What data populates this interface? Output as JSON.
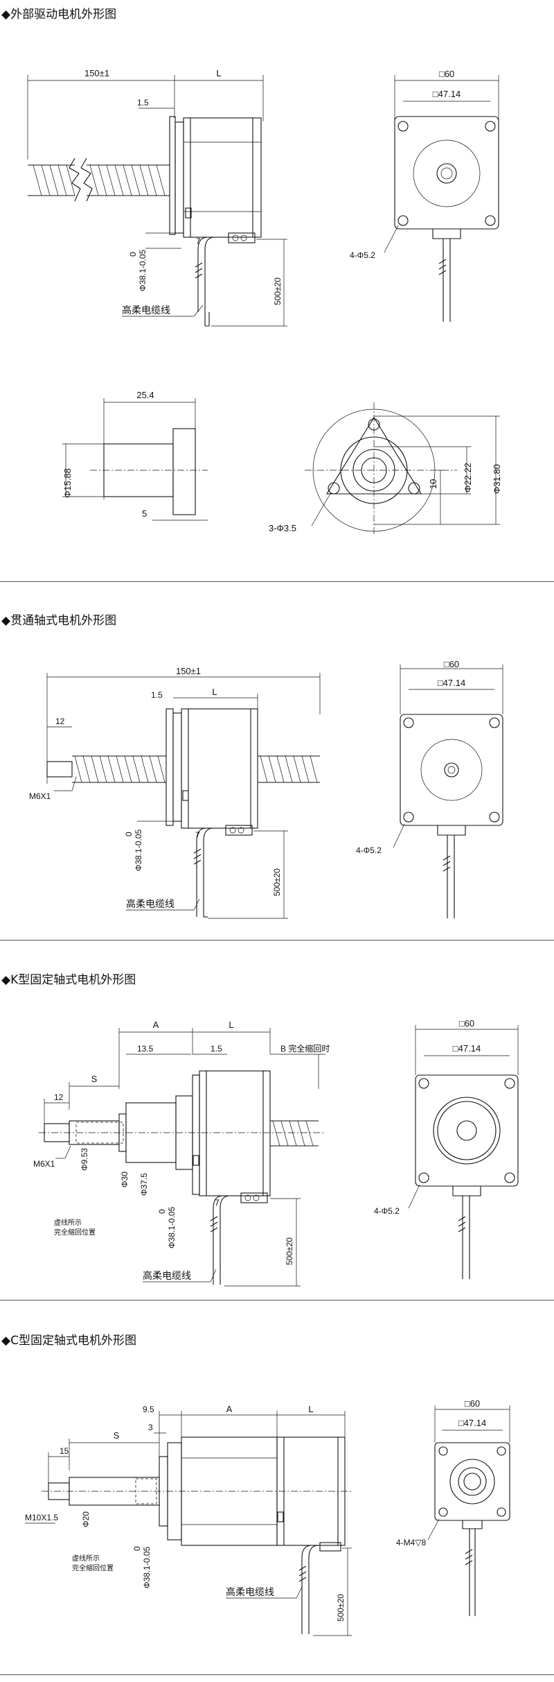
{
  "sections": [
    {
      "title": "◆外部驱动电机外形图",
      "labels": {
        "cable_len": "150±1",
        "body_len": "L",
        "flange_t": "1.5",
        "boss_dia": "Φ38.1-0.05",
        "boss_tol": "0",
        "offset": "7",
        "lead_len": "500±20",
        "cable": "高柔电缆线",
        "sq_outer": "□60",
        "sq_inner": "□47.14",
        "holes": "4-Φ5.2",
        "nut_len": "25.4",
        "nut_dia": "Φ15.88",
        "nut_flange": "5",
        "nut_pcd": "Φ22.22",
        "nut_od": "Φ31.80",
        "nut_h": "10",
        "nut_holes": "3-Φ3.5"
      }
    },
    {
      "title": "◆贯通轴式电机外形图",
      "labels": {
        "total_len": "150±1",
        "body_len": "L",
        "flange_t": "1.5",
        "tip_len": "12",
        "thread": "M6X1",
        "boss_dia": "Φ38.1-0.05",
        "boss_tol": "0",
        "offset": "7",
        "lead_len": "500±20",
        "cable": "高柔电缆线",
        "sq_outer": "□60",
        "sq_inner": "□47.14",
        "holes": "4-Φ5.2"
      }
    },
    {
      "title": "◆K型固定轴式电机外形图",
      "labels": {
        "a": "A",
        "body_len": "L",
        "ext": "13.5",
        "flange_t": "1.5",
        "retract": "B 完全缩回时",
        "s": "S",
        "tip_len": "12",
        "thread": "M6X1",
        "shaft_dia": "Φ9.53",
        "d30": "Φ30",
        "d375": "Φ37.5",
        "boss_dia": "Φ38.1-0.05",
        "boss_tol": "0",
        "offset": "7",
        "note1": "虚线所示",
        "note2": "完全缩回位置",
        "lead_len": "500±20",
        "cable": "高柔电缆线",
        "sq_outer": "□60",
        "sq_inner": "□47.14",
        "holes": "4-Φ5.2"
      }
    },
    {
      "title": "◆C型固定轴式电机外形图",
      "labels": {
        "d95": "9.5",
        "a": "A",
        "body_len": "L",
        "three": "3",
        "s": "S",
        "tip_len": "15",
        "thread": "M10X1.5",
        "shaft_dia": "Φ20",
        "boss_dia": "Φ38.1-0.05",
        "boss_tol": "0",
        "note1": "虚线所示",
        "note2": "完全缩回位置",
        "lead_len": "500±20",
        "cable": "高柔电缆线",
        "sq_outer": "□60",
        "sq_inner": "□47.14",
        "holes": "4-M4▽8"
      }
    }
  ]
}
